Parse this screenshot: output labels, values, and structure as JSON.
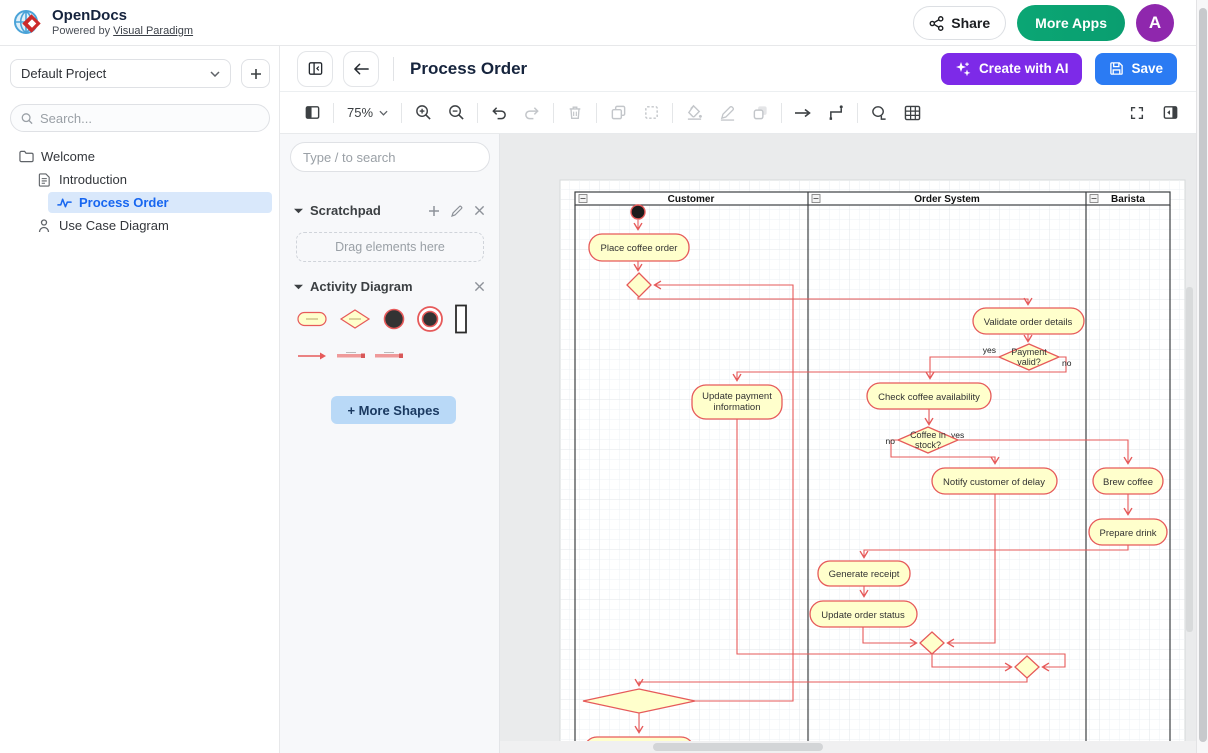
{
  "header": {
    "app_name": "OpenDocs",
    "powered_prefix": "Powered by ",
    "powered_link": "Visual Paradigm",
    "share_label": "Share",
    "more_apps_label": "More Apps",
    "avatar_initial": "A"
  },
  "page": {
    "title": "Process Order",
    "create_ai_label": "Create with AI",
    "save_label": "Save"
  },
  "sidebar": {
    "project_name": "Default Project",
    "search_placeholder": "Search...",
    "tree": [
      {
        "label": "Welcome"
      },
      {
        "label": "Introduction"
      },
      {
        "label": "Process Order"
      },
      {
        "label": "Use Case Diagram"
      }
    ]
  },
  "toolbar": {
    "zoom_level": "75%"
  },
  "panel": {
    "search_placeholder": "Type / to search",
    "scratchpad_title": "Scratchpad",
    "dropzone_text": "Drag elements here",
    "activity_title": "Activity Diagram",
    "more_shapes_label": "+ More Shapes"
  },
  "diagram": {
    "lanes": [
      {
        "name": "Customer"
      },
      {
        "name": "Order System"
      },
      {
        "name": "Barista"
      }
    ],
    "nodes": {
      "place": {
        "label": "Place coffee order"
      },
      "validate": {
        "label": "Validate order details"
      },
      "payment_valid": {
        "line1": "Payment",
        "line2": "valid?"
      },
      "update_payment": {
        "line1": "Update payment",
        "line2": "information"
      },
      "check_coffee": {
        "label": "Check coffee availability"
      },
      "coffee_stock": {
        "line1": "Coffee in",
        "line2": "stock?"
      },
      "notify": {
        "label": "Notify customer of delay"
      },
      "brew": {
        "label": "Brew coffee"
      },
      "prepare": {
        "label": "Prepare drink"
      },
      "receipt": {
        "label": "Generate receipt"
      },
      "status": {
        "label": "Update order status"
      }
    },
    "edge_labels": {
      "payment_yes": "yes",
      "payment_no": "no",
      "stock_no": "no",
      "stock_yes": "yes"
    }
  },
  "colors": {
    "accent_purple": "#7d2ae8",
    "accent_blue": "#2b7bf3",
    "accent_green": "#0ba674",
    "avatar_purple": "#8f27ad",
    "selection_blue": "#1766f0",
    "node_fill": "#ffffcc",
    "node_stroke": "#e65a5a"
  }
}
